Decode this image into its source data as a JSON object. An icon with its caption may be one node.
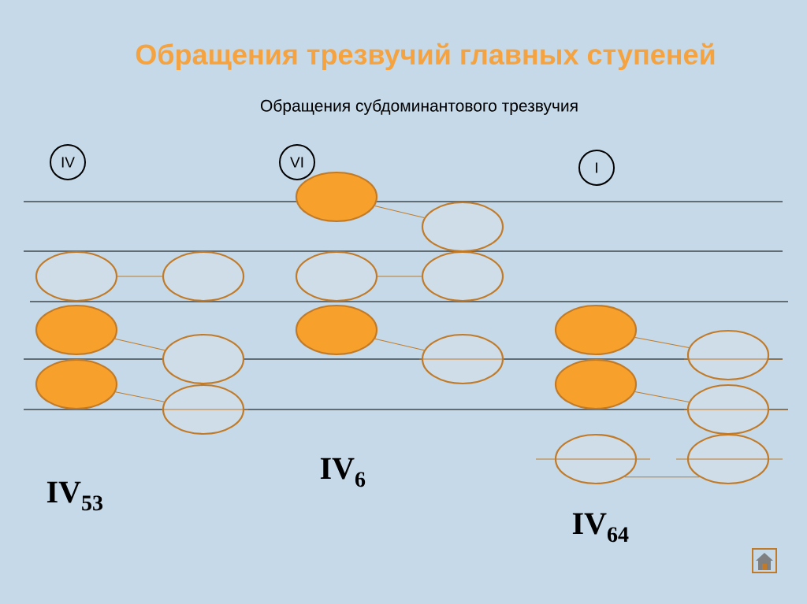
{
  "diagram": {
    "title": "Обращения трезвучий главных ступеней",
    "caption": "Обращения субдоминантового трезвучия",
    "nodes": [
      {
        "text": [
          "IV"
        ]
      },
      {
        "text": [
          "VI"
        ]
      },
      {
        "text": [
          "I"
        ]
      },
      {
        "text": [],
        "shape": "ellipse"
      },
      {
        "text": [],
        "shape": "ellipse"
      },
      {
        "text": [],
        "shape": "ellipse"
      },
      {
        "text": [],
        "shape": "ellipse"
      },
      {
        "text": [],
        "shape": "ellipse"
      },
      {
        "text": [],
        "shape": "ellipse"
      },
      {
        "text": [],
        "shape": "ellipse"
      },
      {
        "text": [],
        "shape": "ellipse"
      },
      {
        "text": [],
        "shape": "ellipse"
      },
      {
        "text": [],
        "shape": "ellipse"
      },
      {
        "text": [],
        "shape": "ellipse"
      },
      {
        "text": [],
        "shape": "ellipse"
      },
      {
        "text": [],
        "shape": "ellipse"
      },
      {
        "text": [],
        "shape": "ellipse"
      },
      {
        "text": [],
        "shape": "ellipse"
      },
      {
        "text": [],
        "shape": "ellipse"
      },
      {
        "text": [],
        "shape": "ellipse"
      },
      {
        "text": [],
        "shape": "ellipse"
      }
    ],
    "edges": [
      {
        "from": 3,
        "to": 6,
        "arrow": "none"
      },
      {
        "from": 4,
        "to": 7,
        "arrow": "none"
      },
      {
        "from": 5,
        "to": 8,
        "arrow": "none"
      },
      {
        "from": 9,
        "to": 12,
        "arrow": "none"
      },
      {
        "from": 10,
        "to": 13,
        "arrow": "none"
      },
      {
        "from": 11,
        "to": 14,
        "arrow": "none"
      },
      {
        "from": 15,
        "to": 18,
        "arrow": "none"
      },
      {
        "from": 16,
        "to": 19,
        "arrow": "none"
      },
      {
        "from": 17,
        "to": 20,
        "arrow": "none"
      }
    ],
    "labels": [
      "IV$_{53}$",
      "IV$_{6}$",
      "IV$_{64}$"
    ]
  }
}
